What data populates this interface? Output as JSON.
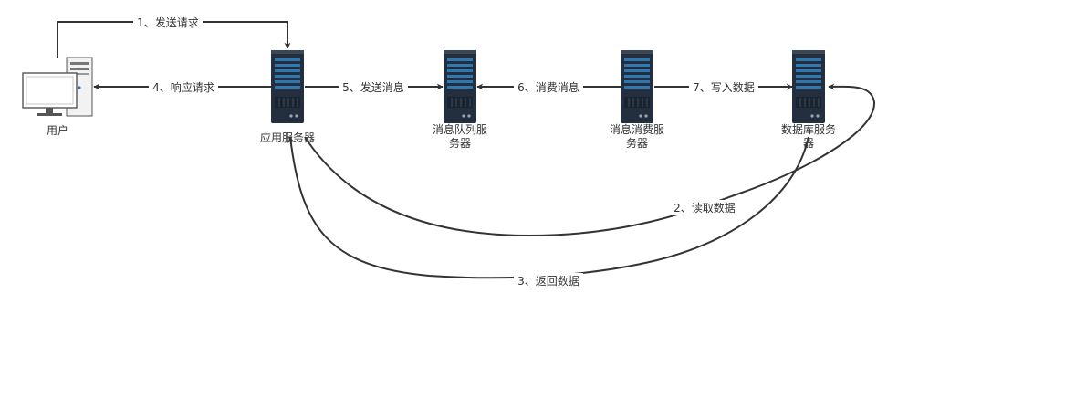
{
  "nodes": {
    "user": {
      "label": "用户",
      "icon": "desktop-computer-icon"
    },
    "app_server": {
      "label": "应用服务器",
      "icon": "server-rack-icon"
    },
    "mq_server": {
      "label_line1": "消息队列服",
      "label_line2": "务器",
      "icon": "server-rack-icon"
    },
    "consumer_server": {
      "label_line1": "消息消费服",
      "label_line2": "务器",
      "icon": "server-rack-icon"
    },
    "db_server": {
      "label_line1": "数据库服务",
      "label_line2": "器",
      "icon": "server-rack-icon"
    }
  },
  "edges": {
    "e1": "1、发送请求",
    "e2": "2、读取数据",
    "e3": "3、返回数据",
    "e4": "4、响应请求",
    "e5": "5、发送消息",
    "e6": "6、消费消息",
    "e7": "7、写入数据"
  },
  "colors": {
    "line": "#333333",
    "server_body": "#232F3E",
    "server_slot": "#2F77AE",
    "monitor_screen": "#ffffff",
    "monitor_frame": "#555555"
  }
}
